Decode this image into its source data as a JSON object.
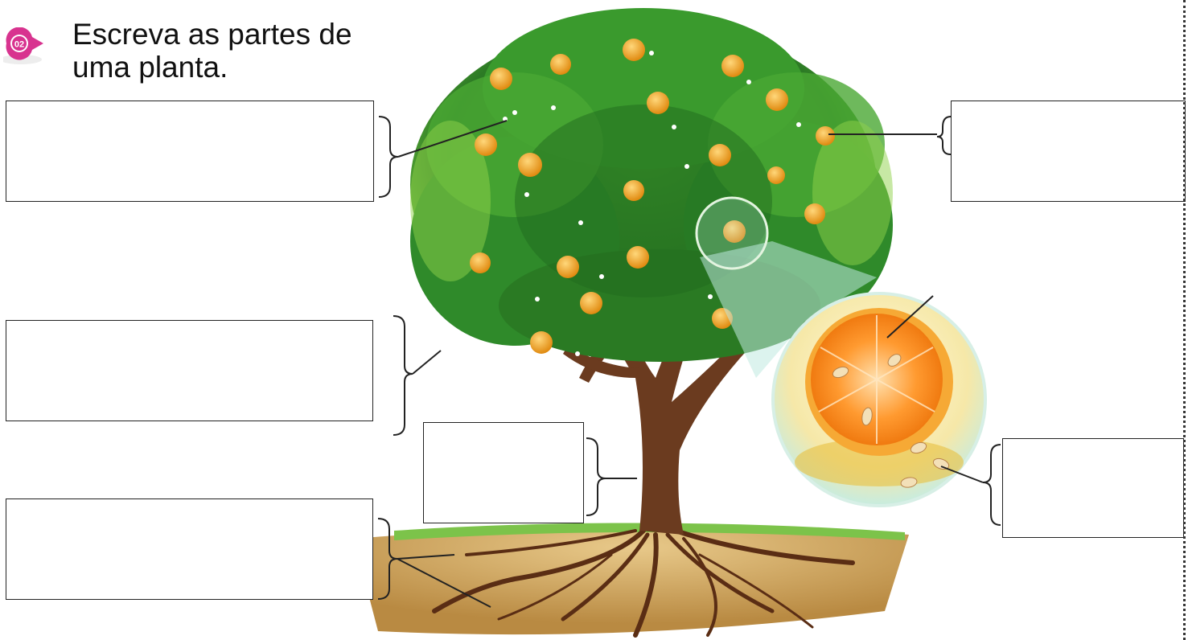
{
  "exercise": {
    "number": "02",
    "instruction": "Escreva as partes de uma planta.",
    "badge_color": "#d8338f"
  },
  "answer_boxes": [
    {
      "id": "leaves",
      "value": ""
    },
    {
      "id": "branches",
      "value": ""
    },
    {
      "id": "roots",
      "value": ""
    },
    {
      "id": "trunk",
      "value": ""
    },
    {
      "id": "flower",
      "value": ""
    },
    {
      "id": "seed",
      "value": ""
    }
  ],
  "illustration": {
    "subject": "orange-tree",
    "colors": {
      "foliage": "#2f8a2a",
      "foliage_light": "#8fd14a",
      "trunk": "#6b3b1f",
      "soil": "#c9a15a",
      "orange": "#f39a1c",
      "magnifier": "#bfe9e0"
    }
  }
}
